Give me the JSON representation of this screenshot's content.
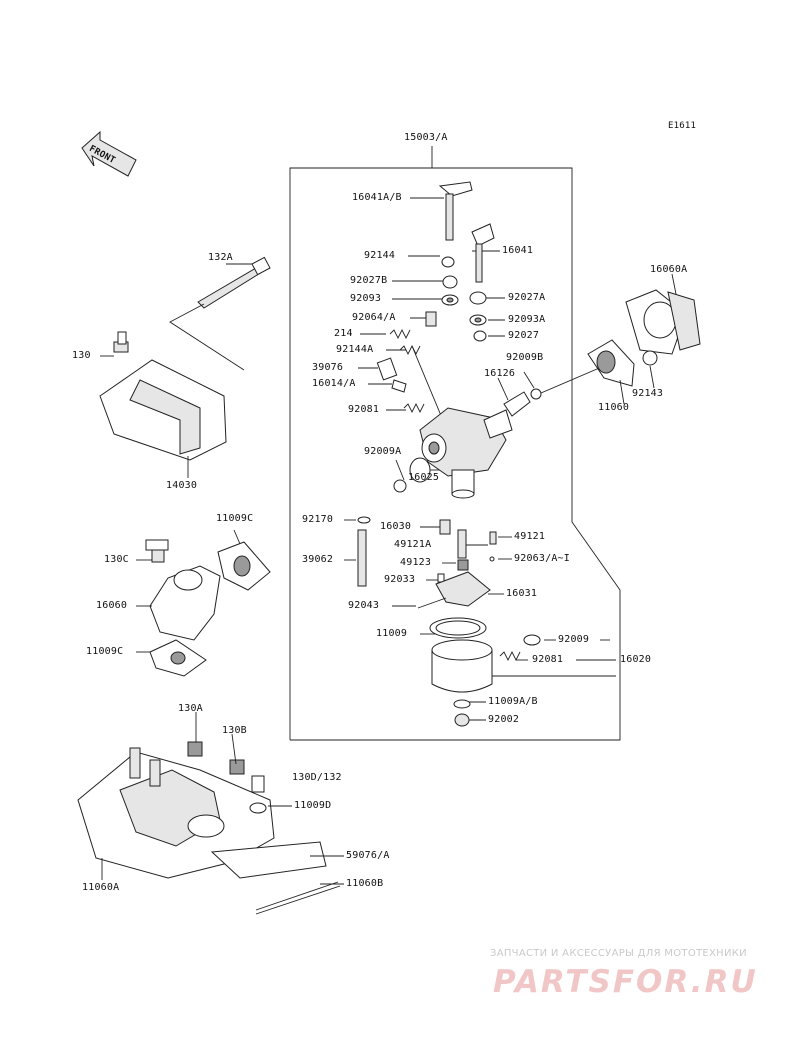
{
  "diagram_code": "E1611",
  "front_label": "FRONT",
  "labels": {
    "l15003A": "15003/A",
    "l16041AB": "16041A/B",
    "l92144": "92144",
    "l16041": "16041",
    "l92027B": "92027B",
    "l92093": "92093",
    "l92027A": "92027A",
    "l92064A": "92064/A",
    "l92093A": "92093A",
    "l214": "214",
    "l92027": "92027",
    "l92144A": "92144A",
    "l92009B": "92009B",
    "l39076": "39076",
    "l16126": "16126",
    "l16014A": "16014/A",
    "l92081a": "92081",
    "l92009A": "92009A",
    "l16025": "16025",
    "l92170": "92170",
    "l16030": "16030",
    "l49121": "49121",
    "l49121A": "49121A",
    "l39062": "39062",
    "l92063A": "92063/A~I",
    "l49123": "49123",
    "l92033": "92033",
    "l16031": "16031",
    "l92043": "92043",
    "l11009": "11009",
    "l92009": "92009",
    "l92081b": "92081",
    "l16020": "16020",
    "l11009AB": "11009A/B",
    "l92002": "92002",
    "l16060A": "16060A",
    "l11060": "11060",
    "l92143": "92143",
    "l132A": "132A",
    "l130": "130",
    "l14030": "14030",
    "l11009C_top": "11009C",
    "l130C": "130C",
    "l16060": "16060",
    "l11009C_bot": "11009C",
    "l130A": "130A",
    "l130B": "130B",
    "l130D132": "130D/132",
    "l11009D": "11009D",
    "l59076A": "59076/A",
    "l11060A": "11060A",
    "l11060B": "11060B"
  },
  "watermark": {
    "tagline": "ЗАПЧАСТИ И АКСЕССУАРЫ ДЛЯ МОТОТЕХНИКИ",
    "brand": "PARTSFOR.RU",
    "brand_color": "#e05050"
  }
}
